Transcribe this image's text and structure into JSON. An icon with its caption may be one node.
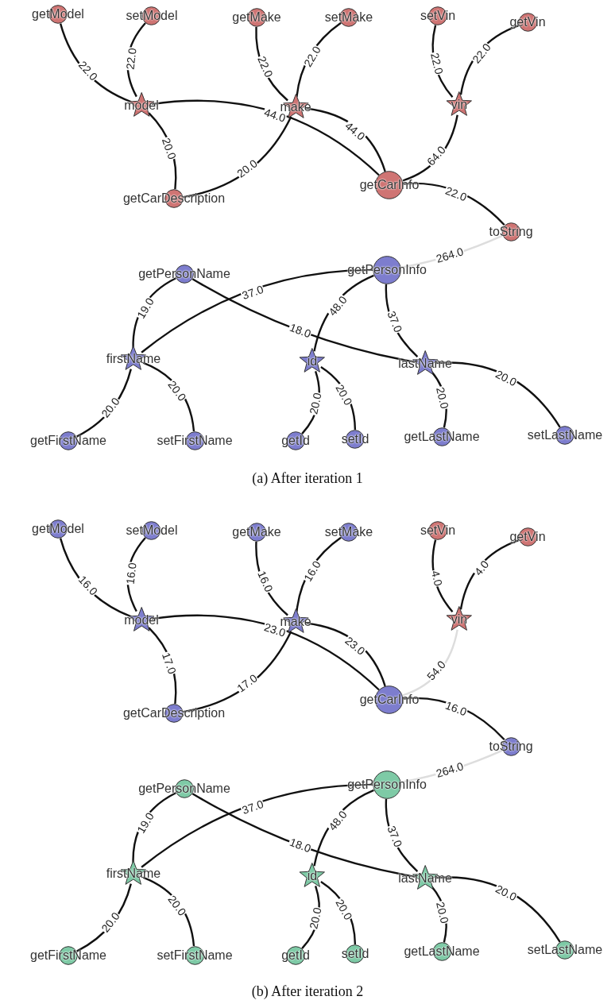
{
  "diagram": {
    "nodes": [
      {
        "text": [
          "getModel"
        ]
      },
      {
        "text": [
          "setModel"
        ]
      },
      {
        "text": [
          "getMake"
        ]
      },
      {
        "text": [
          "setMake"
        ]
      },
      {
        "text": [
          "setVin"
        ]
      },
      {
        "text": [
          "getVin"
        ]
      },
      {
        "text": [
          "model"
        ]
      },
      {
        "text": [
          "make"
        ]
      },
      {
        "text": [
          "vin"
        ]
      },
      {
        "text": [
          "getCarInfo"
        ]
      },
      {
        "text": [
          "getCarDescription"
        ]
      },
      {
        "text": [
          "toString"
        ]
      },
      {
        "text": [
          "getPersonName"
        ]
      },
      {
        "text": [
          "getPersonInfo"
        ]
      },
      {
        "text": [
          "firstName"
        ]
      },
      {
        "text": [
          "id"
        ]
      },
      {
        "text": [
          "lastName"
        ]
      },
      {
        "text": [
          "getFirstName"
        ]
      },
      {
        "text": [
          "setFirstName"
        ]
      },
      {
        "text": [
          "getId"
        ]
      },
      {
        "text": [
          "setId"
        ]
      },
      {
        "text": [
          "getLastName"
        ]
      },
      {
        "text": [
          "setLastName"
        ]
      },
      {
        "text": [
          "getModel"
        ]
      },
      {
        "text": [
          "setModel"
        ]
      },
      {
        "text": [
          "getMake"
        ]
      },
      {
        "text": [
          "setMake"
        ]
      },
      {
        "text": [
          "setVin"
        ]
      },
      {
        "text": [
          "getVin"
        ]
      },
      {
        "text": [
          "model"
        ]
      },
      {
        "text": [
          "make"
        ]
      },
      {
        "text": [
          "vin"
        ]
      },
      {
        "text": [
          "getCarInfo"
        ]
      },
      {
        "text": [
          "getCarDescription"
        ]
      },
      {
        "text": [
          "toString"
        ]
      },
      {
        "text": [
          "getPersonName"
        ]
      },
      {
        "text": [
          "getPersonInfo"
        ]
      },
      {
        "text": [
          "firstName"
        ]
      },
      {
        "text": [
          "id"
        ]
      },
      {
        "text": [
          "lastName"
        ]
      },
      {
        "text": [
          "getFirstName"
        ]
      },
      {
        "text": [
          "setFirstName"
        ]
      },
      {
        "text": [
          "getId"
        ]
      },
      {
        "text": [
          "setId"
        ]
      },
      {
        "text": [
          "getLastName"
        ]
      },
      {
        "text": [
          "setLastName"
        ]
      }
    ],
    "edges": [
      {
        "from": 0,
        "to": 6,
        "arrow": "none",
        "label": "22.0"
      },
      {
        "from": 1,
        "to": 6,
        "arrow": "none",
        "label": "22.0"
      },
      {
        "from": 2,
        "to": 7,
        "arrow": "none",
        "label": "22.0"
      },
      {
        "from": 3,
        "to": 7,
        "arrow": "none",
        "label": "22.0"
      },
      {
        "from": 4,
        "to": 8,
        "arrow": "none",
        "label": "22.0"
      },
      {
        "from": 5,
        "to": 8,
        "arrow": "none",
        "label": "22.0"
      },
      {
        "from": 6,
        "to": 10,
        "arrow": "none",
        "label": "20.0"
      },
      {
        "from": 7,
        "to": 10,
        "arrow": "none",
        "label": "20.0"
      },
      {
        "from": 6,
        "to": 9,
        "arrow": "none",
        "label": "44.0"
      },
      {
        "from": 7,
        "to": 9,
        "arrow": "none",
        "label": "44.0"
      },
      {
        "from": 8,
        "to": 9,
        "arrow": "none",
        "label": "64.0"
      },
      {
        "from": 9,
        "to": 11,
        "arrow": "none",
        "label": "22.0"
      },
      {
        "from": 11,
        "to": 13,
        "arrow": "none",
        "label": "264.0",
        "color": "#dddddd"
      },
      {
        "from": 12,
        "to": 14,
        "arrow": "none",
        "label": "19.0"
      },
      {
        "from": 12,
        "to": 16,
        "arrow": "none",
        "label": "18.0"
      },
      {
        "from": 13,
        "to": 14,
        "arrow": "none",
        "label": "37.0"
      },
      {
        "from": 13,
        "to": 15,
        "arrow": "none",
        "label": "48.0"
      },
      {
        "from": 13,
        "to": 16,
        "arrow": "none",
        "label": "37.0"
      },
      {
        "from": 17,
        "to": 14,
        "arrow": "none",
        "label": "20.0"
      },
      {
        "from": 18,
        "to": 14,
        "arrow": "none",
        "label": "20.0"
      },
      {
        "from": 19,
        "to": 15,
        "arrow": "none",
        "label": "20.0"
      },
      {
        "from": 20,
        "to": 15,
        "arrow": "none",
        "label": "20.0"
      },
      {
        "from": 21,
        "to": 16,
        "arrow": "none",
        "label": "20.0"
      },
      {
        "from": 22,
        "to": 16,
        "arrow": "none",
        "label": "20.0"
      },
      {
        "from": 23,
        "to": 29,
        "arrow": "none",
        "label": "16.0"
      },
      {
        "from": 24,
        "to": 29,
        "arrow": "none",
        "label": "16.0"
      },
      {
        "from": 25,
        "to": 30,
        "arrow": "none",
        "label": "16.0"
      },
      {
        "from": 26,
        "to": 30,
        "arrow": "none",
        "label": "16.0"
      },
      {
        "from": 27,
        "to": 31,
        "arrow": "none",
        "label": "4.0"
      },
      {
        "from": 28,
        "to": 31,
        "arrow": "none",
        "label": "4.0"
      },
      {
        "from": 29,
        "to": 33,
        "arrow": "none",
        "label": "17.0"
      },
      {
        "from": 30,
        "to": 33,
        "arrow": "none",
        "label": "17.0"
      },
      {
        "from": 29,
        "to": 32,
        "arrow": "none",
        "label": "23.0"
      },
      {
        "from": 30,
        "to": 32,
        "arrow": "none",
        "label": "23.0"
      },
      {
        "from": 31,
        "to": 32,
        "arrow": "none",
        "label": "54.0",
        "color": "#dddddd"
      },
      {
        "from": 32,
        "to": 34,
        "arrow": "none",
        "label": "16.0"
      },
      {
        "from": 34,
        "to": 36,
        "arrow": "none",
        "label": "264.0",
        "color": "#dddddd"
      },
      {
        "from": 35,
        "to": 37,
        "arrow": "none",
        "label": "19.0"
      },
      {
        "from": 35,
        "to": 39,
        "arrow": "none",
        "label": "18.0"
      },
      {
        "from": 36,
        "to": 37,
        "arrow": "none",
        "label": "37.0"
      },
      {
        "from": 36,
        "to": 38,
        "arrow": "none",
        "label": "48.0"
      },
      {
        "from": 36,
        "to": 39,
        "arrow": "none",
        "label": "37.0"
      },
      {
        "from": 40,
        "to": 37,
        "arrow": "none",
        "label": "20.0"
      },
      {
        "from": 41,
        "to": 37,
        "arrow": "none",
        "label": "20.0"
      },
      {
        "from": 42,
        "to": 38,
        "arrow": "none",
        "label": "20.0"
      },
      {
        "from": 43,
        "to": 38,
        "arrow": "none",
        "label": "20.0"
      },
      {
        "from": 44,
        "to": 39,
        "arrow": "none",
        "label": "20.0"
      },
      {
        "from": 45,
        "to": 39,
        "arrow": "none",
        "label": "20.0"
      }
    ],
    "labels": [
      "(a) After iteration 1",
      "(b) After iteration 2"
    ]
  }
}
